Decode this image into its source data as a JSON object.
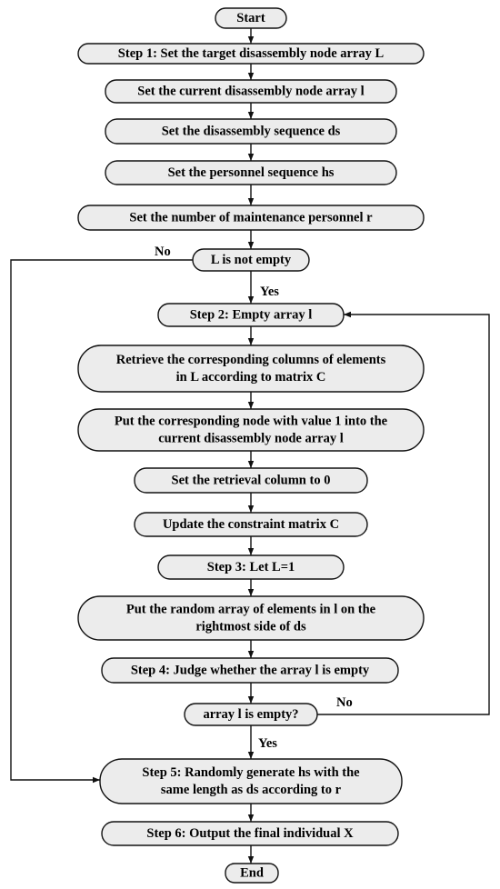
{
  "nodes": {
    "start": [
      "Start"
    ],
    "step1": [
      "Step 1:  Set the target disassembly node array L"
    ],
    "set_current": [
      "Set the current disassembly node array l"
    ],
    "set_ds": [
      "Set the disassembly sequence ds"
    ],
    "set_hs": [
      "Set the personnel sequence hs"
    ],
    "set_r": [
      "Set the number  of maintenance personnel r"
    ],
    "l_not_empty": [
      "L is not empty"
    ],
    "step2": [
      "Step 2: Empty array l"
    ],
    "retrieve": [
      "Retrieve the corresponding columns of elements",
      "in L according to matrix C"
    ],
    "put_node": [
      "Put the corresponding node with value 1 into the",
      "current disassembly node array l"
    ],
    "set_col": [
      "Set the retrieval column to 0"
    ],
    "update_c": [
      "Update the constraint matrix C"
    ],
    "step3": [
      "Step 3: Let L=1"
    ],
    "put_random": [
      "Put the random array of elements in l on the",
      "rightmost side of ds"
    ],
    "step4": [
      "Step 4: Judge whether the array l is empty"
    ],
    "array_empty": [
      "array l is empty?"
    ],
    "step5": [
      "Step 5: Randomly generate hs with the",
      "same length as ds according to r"
    ],
    "step6": [
      "Step 6: Output the final individual X"
    ],
    "end": [
      "End"
    ]
  },
  "edge_labels": {
    "l_not_empty_no": "No",
    "l_not_empty_yes": "Yes",
    "array_empty_no": "No",
    "array_empty_yes": "Yes"
  }
}
